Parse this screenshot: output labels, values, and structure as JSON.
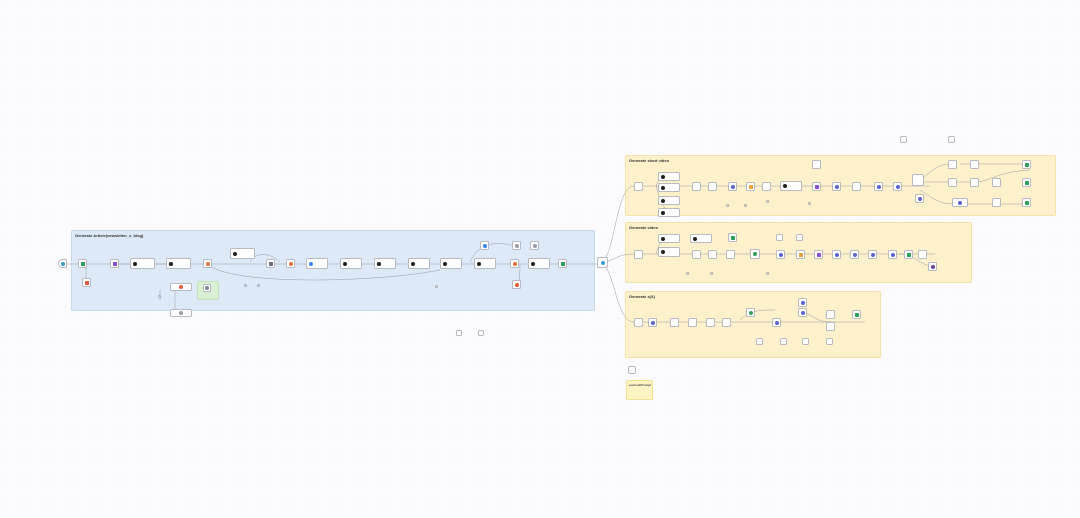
{
  "groups": {
    "article": {
      "label": "Generate Article(newsletter_x_blog)"
    },
    "short_video": {
      "label": "Generate short video"
    },
    "video": {
      "label": "Generate video"
    },
    "x_post": {
      "label": "Generate x(X)"
    }
  },
  "note": {
    "title": "postsubPrompt",
    "lines": [
      "",
      "",
      "",
      ""
    ]
  },
  "colors": {
    "article_group": "#dde9f6",
    "video_groups": "#fdf1cc",
    "highlight_group": "#d8efd3",
    "ai_node": "#5b63d6",
    "openai_node": "#202020",
    "code_node": "#e8703a",
    "sheet_node": "#2e9e5b",
    "http_node": "#3b82f6"
  }
}
